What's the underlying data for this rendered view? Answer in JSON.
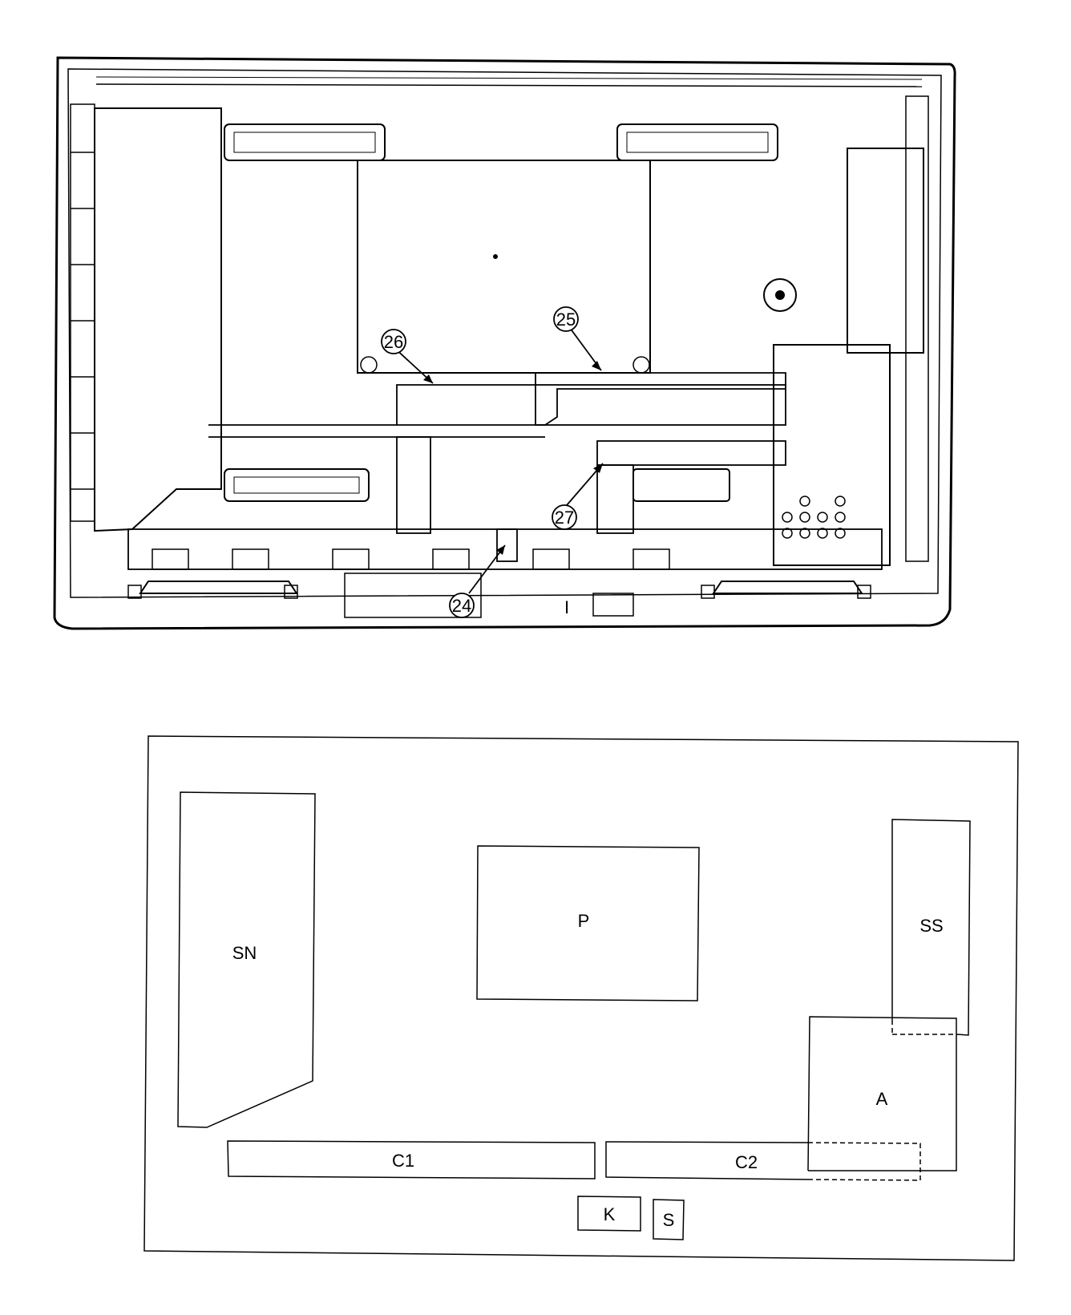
{
  "chassis_view": {
    "callouts": [
      {
        "id": "callout-24",
        "label": "24"
      },
      {
        "id": "callout-25",
        "label": "25"
      },
      {
        "id": "callout-26",
        "label": "26"
      },
      {
        "id": "callout-27",
        "label": "27"
      }
    ],
    "marker_i": "I"
  },
  "layout_diagram": {
    "boards": [
      {
        "id": "board-sn",
        "label": "SN"
      },
      {
        "id": "board-p",
        "label": "P"
      },
      {
        "id": "board-ss",
        "label": "SS"
      },
      {
        "id": "board-a",
        "label": "A"
      },
      {
        "id": "board-c1",
        "label": "C1"
      },
      {
        "id": "board-c2",
        "label": "C2"
      },
      {
        "id": "board-k",
        "label": "K"
      },
      {
        "id": "board-s",
        "label": "S"
      }
    ]
  },
  "colors": {
    "line": "#000000",
    "background": "#ffffff"
  }
}
